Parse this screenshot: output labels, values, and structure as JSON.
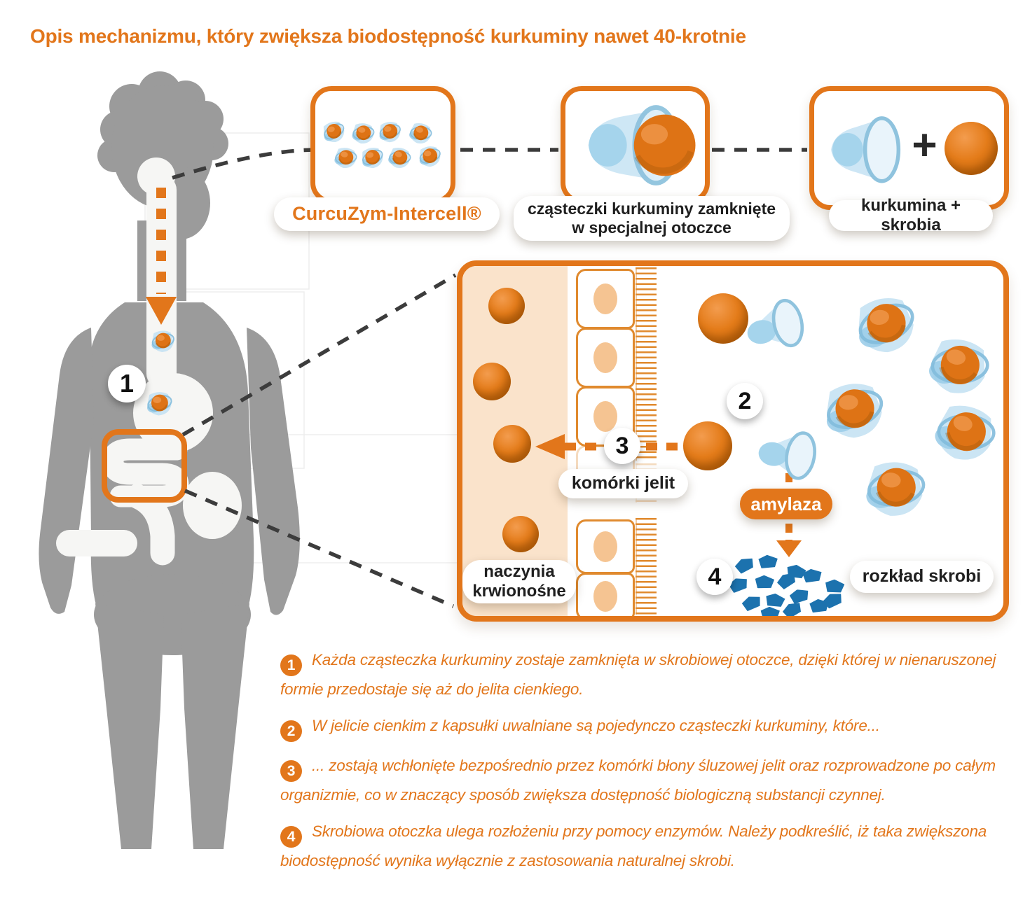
{
  "title": "Opis mechanizmu, który zwiększa biodostępność kurkuminy nawet 40-krotnie",
  "top_boxes": {
    "product": {
      "label": "CurcuZym-Intercell®"
    },
    "coated": {
      "line1": "cząsteczki kurkuminy zamknięte",
      "line2": "w specjalnej otoczce"
    },
    "components": {
      "label": "kurkumina + skrobia",
      "plus": "+"
    }
  },
  "detail_box": {
    "intestine_cells": "komórki jelit",
    "blood_vessels_line1": "naczynia",
    "blood_vessels_line2": "krwionośne",
    "amylase": "amylaza",
    "starch_breakdown": "rozkład skrobi"
  },
  "steps": [
    {
      "number": "1",
      "text": "Każda cząsteczka kurkuminy zostaje zamknięta w skrobiowej otoczce, dzięki której w nienaruszonej formie przedostaje się aż do jelita cienkiego."
    },
    {
      "number": "2",
      "text": "W jelicie cienkim z kapsułki uwalniane są pojedynczo cząsteczki kurkuminy, które..."
    },
    {
      "number": "3",
      "text": "... zostają wchłonięte bezpośrednio przez komórki błony śluzowej jelit oraz rozprowadzone po całym organizmie, co w znaczący sposób zwiększa dostępność biologiczną substancji czynnej."
    },
    {
      "number": "4",
      "text": "Skrobiowa otoczka ulega rozłożeniu przy pomocy enzymów. Należy podkreślić, iż taka zwiększona biodostępność wynika wyłącznie z zastosowania naturalnej skrobi."
    }
  ],
  "colors": {
    "primary_orange": "#E2761B",
    "sphere_orange": "#DE7315",
    "coat_blue": "#A5D4EC",
    "fragment_blue": "#1C72AE",
    "body_gray": "#9B9B9B",
    "peach": "#FAE3CB",
    "text_dark": "#1F1F1F",
    "connector_dark": "#3C3C3C"
  }
}
